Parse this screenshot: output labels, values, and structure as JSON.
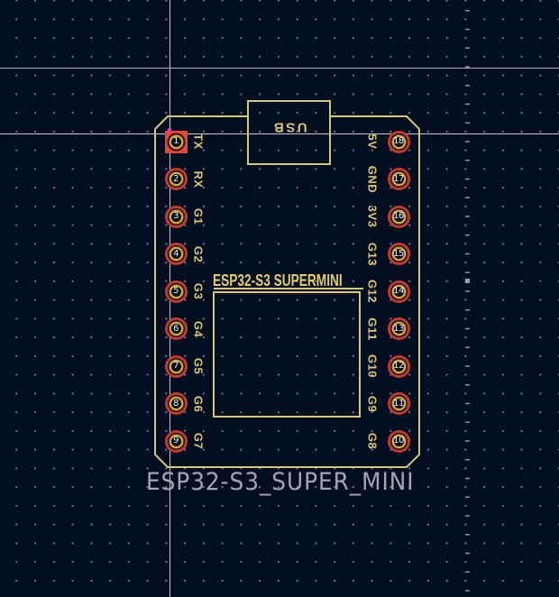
{
  "editor": {
    "footprint_name": "ESP32-S3_SUPER_MINI",
    "silkscreen_title": "ESP32-S3 SUPERMINI",
    "usb_connector_label": "USB"
  },
  "pads": {
    "left": [
      {
        "number": "1",
        "label": "TX",
        "shape": "square",
        "selected": true
      },
      {
        "number": "2",
        "label": "RX"
      },
      {
        "number": "3",
        "label": "G1"
      },
      {
        "number": "4",
        "label": "G2"
      },
      {
        "number": "5",
        "label": "G3"
      },
      {
        "number": "6",
        "label": "G4"
      },
      {
        "number": "7",
        "label": "G5"
      },
      {
        "number": "8",
        "label": "G6"
      },
      {
        "number": "9",
        "label": "G7"
      }
    ],
    "right": [
      {
        "number": "18",
        "label": "5V"
      },
      {
        "number": "17",
        "label": "GND"
      },
      {
        "number": "16",
        "label": "3V3"
      },
      {
        "number": "15",
        "label": "G13"
      },
      {
        "number": "14",
        "label": "G12"
      },
      {
        "number": "13",
        "label": "G11"
      },
      {
        "number": "12",
        "label": "G10"
      },
      {
        "number": "11",
        "label": "G9"
      },
      {
        "number": "10",
        "label": "G8"
      }
    ]
  },
  "colors": {
    "background": "#030f20",
    "outline": "#d6c67c",
    "silkscreen_text": "#e0ca74",
    "pin_label": "#dcc675",
    "pad_copper_ring": "#c03a30",
    "pad_selected": "#e2483a",
    "pad_barrel_gold": "#d4a23b",
    "pad_number": "#eceef2",
    "reference_text": "#a2a6b2",
    "crosshair": "#c7cad1",
    "grid_dot": "#767d8a",
    "pin1_marker": "#ee2cc8"
  }
}
